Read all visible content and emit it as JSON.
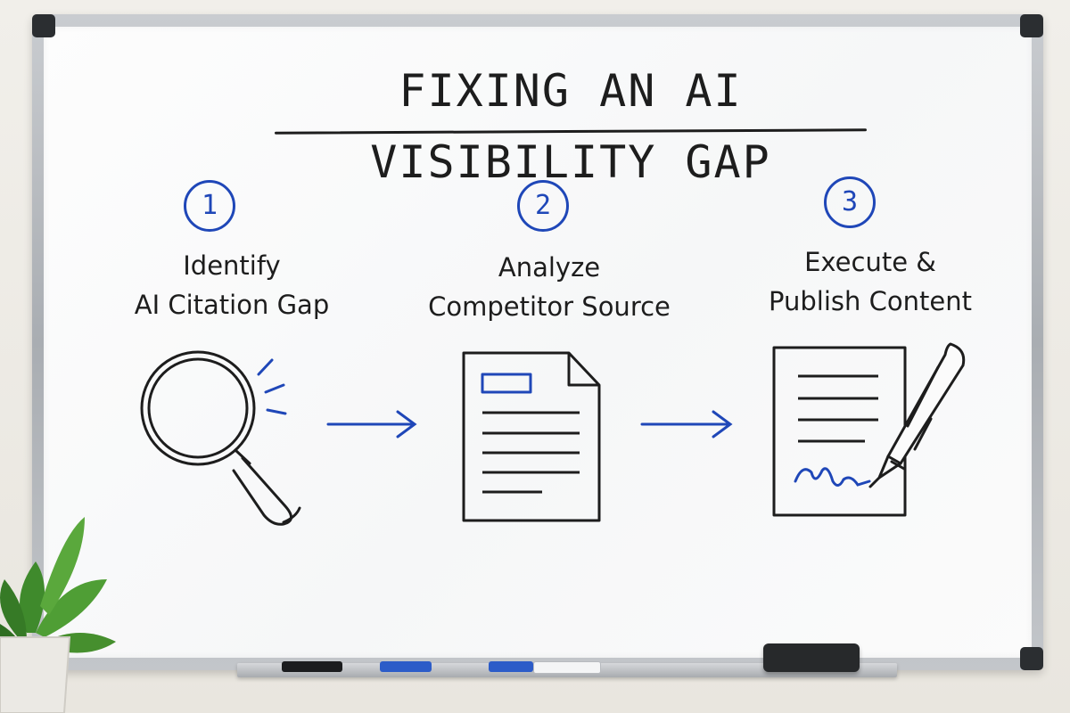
{
  "title": "FIXING AN AI VISIBILITY GAP",
  "steps": [
    {
      "number": "1",
      "line1": "Identify",
      "line2": "AI Citation Gap",
      "icon": "magnifying-glass-icon"
    },
    {
      "number": "2",
      "line1": "Analyze",
      "line2": "Competitor Source",
      "icon": "document-icon"
    },
    {
      "number": "3",
      "line1": "Execute &",
      "line2": "Publish Content",
      "icon": "signed-document-pen-icon"
    }
  ],
  "colors": {
    "ink": "#1d1d1d",
    "accent_blue": "#1f47b8",
    "board_frame": "#b5b8bc",
    "board_surface": "#fbfbfb"
  }
}
